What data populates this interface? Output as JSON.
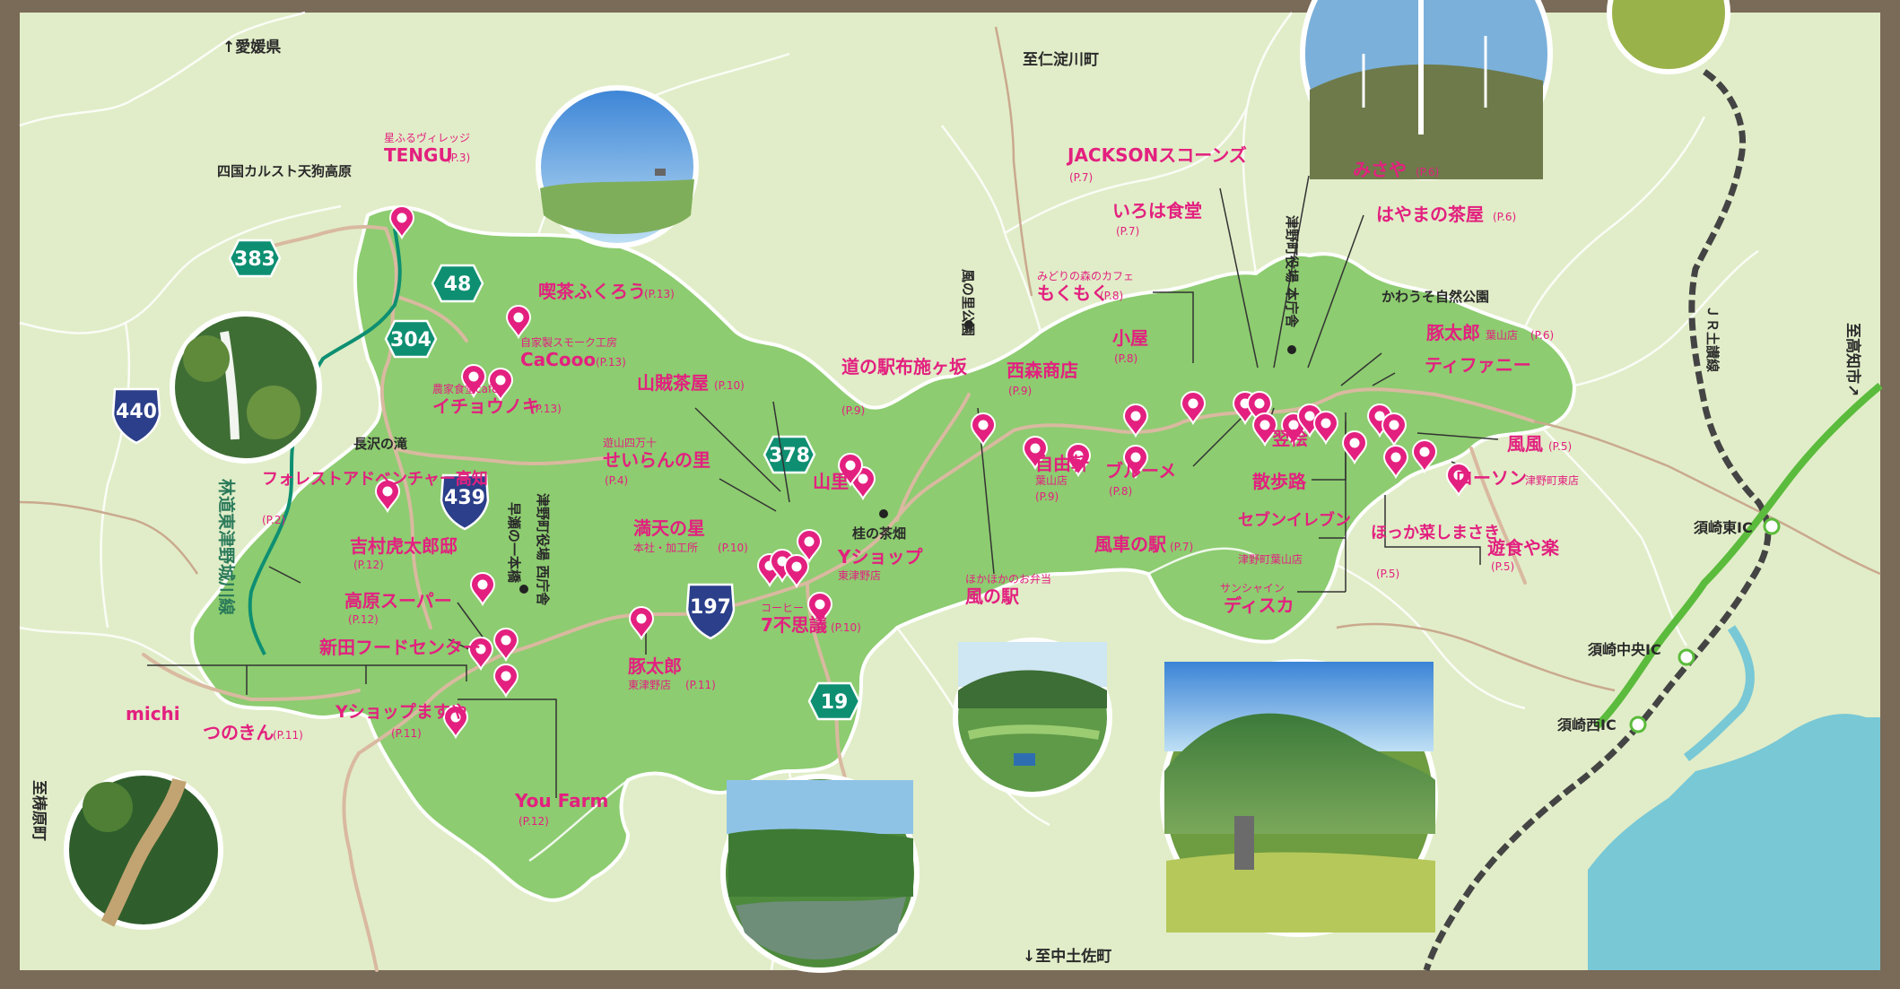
{
  "directions": {
    "ehime": "↑愛媛県",
    "niyodogawa": "至仁淀川町",
    "kochi": "至高知市↗",
    "yusuhara": "至梼原町",
    "nakatosa": "↓至中土佐町"
  },
  "places": {
    "karst": "四国カルスト天狗高原",
    "nagasawa_falls": "長沢の滝",
    "town_hall_west": "津野町役場 西庁舎",
    "hayase": "早瀬の一本橋",
    "kaze_park": "風の里公園",
    "katsura": "桂の茶畑",
    "town_hall_main": "津野町役場 本庁舎",
    "kawauso": "かわうそ自然公園",
    "jr_line": "ＪＲ土讃線",
    "susaki_east": "須崎東IC",
    "susaki_center": "須崎中央IC",
    "susaki_west": "須崎西IC"
  },
  "trail": "林道東津野城川線",
  "routes": [
    "383",
    "48",
    "304",
    "440",
    "439",
    "378",
    "197",
    "19"
  ],
  "colors": {
    "pink": "#e3207f",
    "town_green": "#8dcc70",
    "teal": "#0e8f72",
    "navy": "#2b3f8a",
    "sea": "#78c8d6"
  },
  "pois": [
    {
      "name": "星ふるヴィレッジ",
      "name2": "TENGU",
      "page": "(P.3)"
    },
    {
      "name": "喫茶ふくろう",
      "page": "(P.13)"
    },
    {
      "name": "自家製スモーク工房",
      "name2": "CaCooo",
      "page": "(P.13)"
    },
    {
      "name": "農家食堂café",
      "name2": "イチョウノキ",
      "page": "(P.13)"
    },
    {
      "name": "フォレストアドベンチャー高知",
      "page": "(P.2)"
    },
    {
      "name": "吉村虎太郎邸",
      "page": "(P.12)"
    },
    {
      "name": "高原スーパー",
      "page": "(P.12)"
    },
    {
      "name": "新田フードセンター",
      "page": ""
    },
    {
      "name": "michi",
      "page": ""
    },
    {
      "name": "つのきん",
      "page": "(P.11)"
    },
    {
      "name": "Yショップますや",
      "page": "(P.11)"
    },
    {
      "name": "You Farm",
      "page": "(P.12)"
    },
    {
      "name": "豚太郎",
      "sub": "東津野店",
      "page": "(P.11)"
    },
    {
      "name": "山賊茶屋",
      "page": "(P.10)"
    },
    {
      "name": "遊山四万十",
      "name2": "せいらんの里",
      "page": "(P.4)"
    },
    {
      "name": "満天の星",
      "sub": "本社・加工所",
      "page": "(P.10)"
    },
    {
      "name": "道の駅布施ヶ坂",
      "page": "(P.9)"
    },
    {
      "name": "山里",
      "page": ""
    },
    {
      "name": "Yショップ",
      "sub": "東津野店",
      "page": ""
    },
    {
      "name": "コーヒー",
      "name2": "7不思議",
      "page": "(P.10)"
    },
    {
      "name": "ほかほかのお弁当",
      "name2": "風の駅",
      "page": ""
    },
    {
      "name": "西森商店",
      "page": "(P.9)"
    },
    {
      "name": "自由軒",
      "sub": "葉山店",
      "page": "(P.9)"
    },
    {
      "name": "みどりの森のカフェ",
      "name2": "もくもく",
      "page": "(P.8)"
    },
    {
      "name": "小屋",
      "page": "(P.8)"
    },
    {
      "name": "ブルーメ",
      "page": "(P.8)"
    },
    {
      "name": "風車の駅",
      "page": "(P.7)"
    },
    {
      "name": "JACKSONスコーンズ",
      "page": "(P.7)"
    },
    {
      "name": "いろは食堂",
      "page": "(P.7)"
    },
    {
      "name": "みさや",
      "page": "(P.6)"
    },
    {
      "name": "はやまの茶屋",
      "page": "(P.6)"
    },
    {
      "name": "豚太郎",
      "sub": "葉山店",
      "page": "(P.6)"
    },
    {
      "name": "ティファニー",
      "page": ""
    },
    {
      "name": "翌桧",
      "page": ""
    },
    {
      "name": "散歩路",
      "page": ""
    },
    {
      "name": "セブンイレブン",
      "sub": "津野町葉山店",
      "page": ""
    },
    {
      "name": "サンシャイン",
      "name2": "ディスカ",
      "page": ""
    },
    {
      "name": "ほっか菜しまさき",
      "page": "(P.5)"
    },
    {
      "name": "遊食や楽",
      "page": "(P.5)"
    },
    {
      "name": "風風",
      "page": "(P.5)"
    },
    {
      "name": "ローソン",
      "sub": "津野町東店",
      "page": ""
    }
  ]
}
